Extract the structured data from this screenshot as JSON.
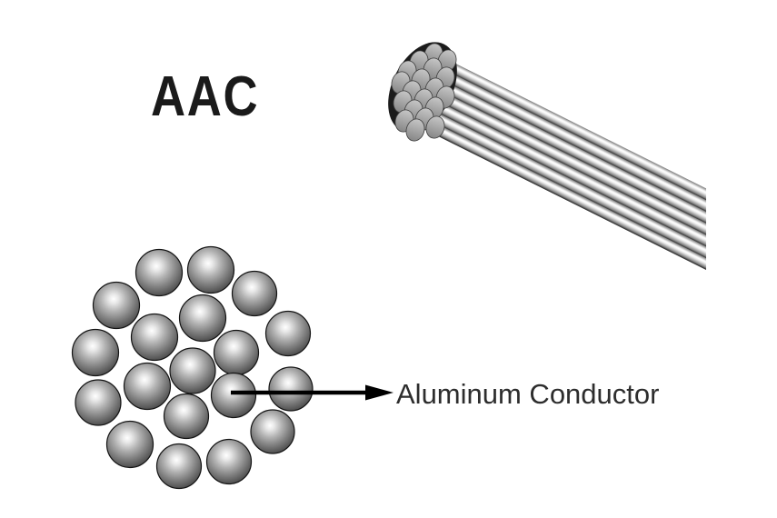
{
  "page": {
    "background_color": "#ffffff"
  },
  "title": {
    "text": "AAC",
    "color": "#1a1a1a"
  },
  "cable_3d": {
    "description": "3D render of AAC stranded aluminum cable, cut face at upper left, strands running to lower right",
    "visible_strand_ends": 19,
    "metal_highlight_color": "#ffffff",
    "metal_mid_color": "#c0c0c0",
    "metal_shadow_color": "#232323",
    "gap_color": "#1b1b1b"
  },
  "cross_section": {
    "description": "Cross-section diagram of stranded conductor",
    "strand_count": 19,
    "strand_highlight_color": "#ffffff",
    "strand_mid_color": "#b2b2b2",
    "strand_edge_color": "#3f3f3f",
    "outline_color": "#141414"
  },
  "annotation": {
    "label": "Aluminum Conductor",
    "label_color": "#2d2d2d",
    "arrow_color": "#000000"
  }
}
